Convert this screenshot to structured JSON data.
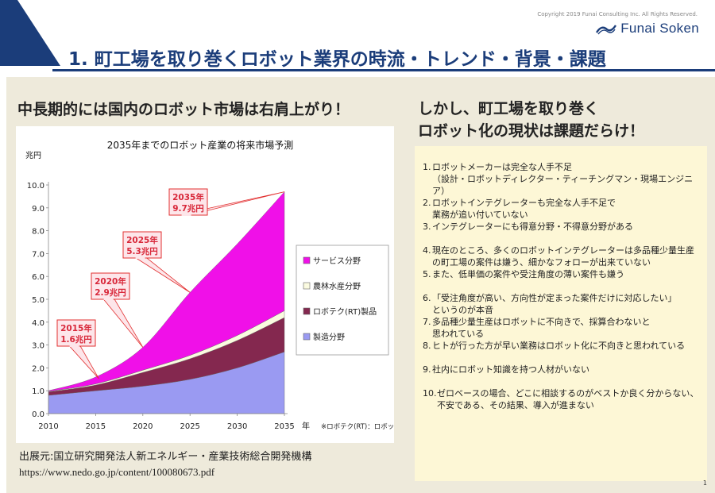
{
  "header": {
    "copyright": "Copyright 2019 Funai Consulting Inc. All Rights Reserved.",
    "brand": "Funai Soken",
    "title": "1. 町工場を取り巻くロボット業界の時流・トレンド・背景・課題"
  },
  "left": {
    "heading": "中長期的には国内のロボット市場は右肩上がり！",
    "source_line1": "出展元:国立研究開発法人新エネルギー・産業技術総合開発機構",
    "source_url": "https://www.nedo.go.jp/content/100080673.pdf"
  },
  "right": {
    "heading_line1": "しかし、町工場を取り巻く",
    "heading_line2": "ロボット化の現状は課題だらけ！",
    "items": [
      {
        "num": "1.",
        "lines": [
          "ロボットメーカーは完全な人手不足",
          "（設計・ロボットディレクター・ティーチングマン・現場エンジニア）"
        ]
      },
      {
        "num": "2.",
        "lines": [
          "ロボットインテグレーターも完全な人手不足で",
          "業務が追い付いていない"
        ]
      },
      {
        "num": "3.",
        "lines": [
          "インテグレーターにも得意分野・不得意分野がある"
        ]
      },
      {
        "num": "4.",
        "lines": [
          "現在のところ、多くのロボットインテグレーターは多品種少量生産",
          "の町工場の案件は嫌う、細かなフォローが出来ていない"
        ]
      },
      {
        "num": "5.",
        "lines": [
          "また、低単価の案件や受注角度の薄い案件も嫌う"
        ]
      },
      {
        "num": "6.",
        "lines": [
          "「受注角度が高い、方向性が定まった案件だけに対応したい」",
          "というのが本音"
        ]
      },
      {
        "num": "7.",
        "lines": [
          "多品種少量生産はロボットに不向きで、採算合わないと",
          "思われている"
        ]
      },
      {
        "num": "8.",
        "lines": [
          "ヒトが行った方が早い業務はロボット化に不向きと思われている"
        ]
      },
      {
        "num": "9.",
        "lines": [
          "社内にロボット知識を持つ人材がいない"
        ]
      },
      {
        "num": "10.",
        "lines": [
          "ゼロベースの場合、どこに相談するのがベストか良く分からない、",
          "不安である、その結果、導入が進まない"
        ]
      }
    ]
  },
  "page_number": "1",
  "chart_data": {
    "type": "area",
    "stacked": true,
    "title": "2035年までのロボット産業の将来市場予測",
    "ylabel": "兆円",
    "xlabel": "年",
    "ylim": [
      0,
      10
    ],
    "yticks": [
      "0.0",
      "1.0",
      "2.0",
      "3.0",
      "4.0",
      "5.0",
      "6.0",
      "7.0",
      "8.0",
      "9.0",
      "10.0"
    ],
    "x": [
      2010,
      2015,
      2020,
      2025,
      2030,
      2035
    ],
    "series": [
      {
        "name": "製造分野",
        "color": "#9a9af2",
        "values": [
          0.8,
          1.0,
          1.2,
          1.5,
          2.0,
          2.7
        ]
      },
      {
        "name": "ロボテク(RT)製品",
        "color": "#84284f",
        "values": [
          0.15,
          0.25,
          0.6,
          0.9,
          1.2,
          1.5
        ]
      },
      {
        "name": "農林水産分野",
        "color": "#fbfbe0",
        "values": [
          0.02,
          0.05,
          0.1,
          0.15,
          0.22,
          0.3
        ]
      },
      {
        "name": "サービス分野",
        "color": "#f010e8",
        "values": [
          0.03,
          0.3,
          1.0,
          2.75,
          4.0,
          5.2
        ]
      }
    ],
    "legend_order": [
      "サービス分野",
      "農林水産分野",
      "ロボテク(RT)製品",
      "製造分野"
    ],
    "legend_position": "right",
    "callouts": [
      {
        "year": "2015年",
        "value": "1.6兆円"
      },
      {
        "year": "2020年",
        "value": "2.9兆円"
      },
      {
        "year": "2025年",
        "value": "5.3兆円"
      },
      {
        "year": "2035年",
        "value": "9.7兆円"
      }
    ],
    "footnote": "※ロボテク(RT)：ロボッ"
  }
}
